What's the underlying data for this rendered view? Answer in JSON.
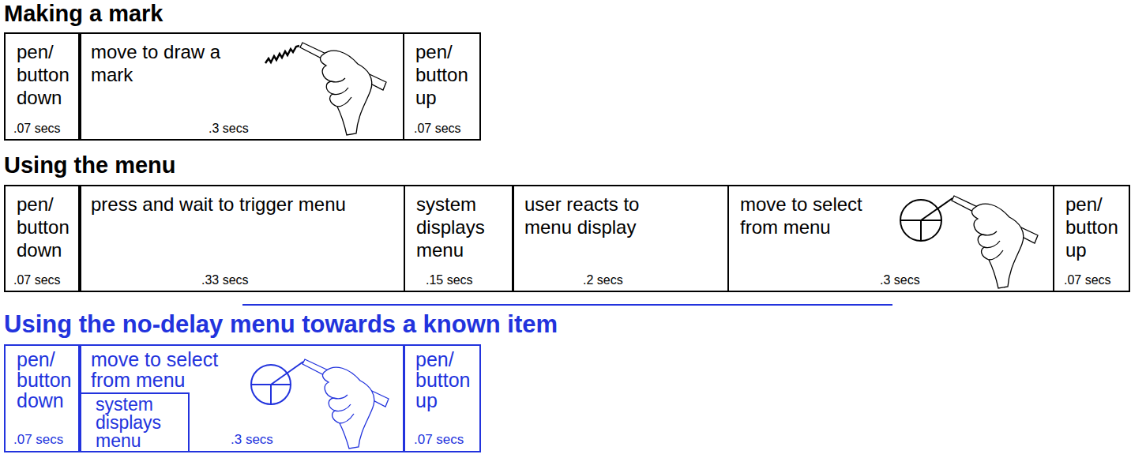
{
  "diagram": {
    "nodes": [
      {
        "text": [
          "pen/ button down",
          ".07 secs"
        ]
      },
      {
        "text": [
          "move to draw a mark",
          ".3 secs"
        ]
      },
      {
        "text": [
          "pen/ button up",
          ".07 secs"
        ]
      },
      {
        "text": [
          "pen/ button down",
          ".07 secs"
        ]
      },
      {
        "text": [
          "press and wait to trigger menu",
          ".33 secs"
        ]
      },
      {
        "text": [
          "system displays menu",
          ".15 secs"
        ]
      },
      {
        "text": [
          "user reacts to menu display",
          ".2 secs"
        ]
      },
      {
        "text": [
          "move to select from menu",
          ".3 secs"
        ]
      },
      {
        "text": [
          "pen/ button up",
          ".07 secs"
        ]
      },
      {
        "text": [
          "pen/ button down",
          ".07 secs"
        ]
      },
      {
        "text": [
          "move to select from menu",
          ".3 secs"
        ]
      },
      {
        "text": [
          "system displays menu"
        ],
        "in": 10
      },
      {
        "text": [
          "pen/ button up",
          ".07 secs"
        ]
      }
    ],
    "labels": [
      "Making a mark",
      "Using the menu",
      "Using the no-delay menu towards a known item"
    ]
  }
}
